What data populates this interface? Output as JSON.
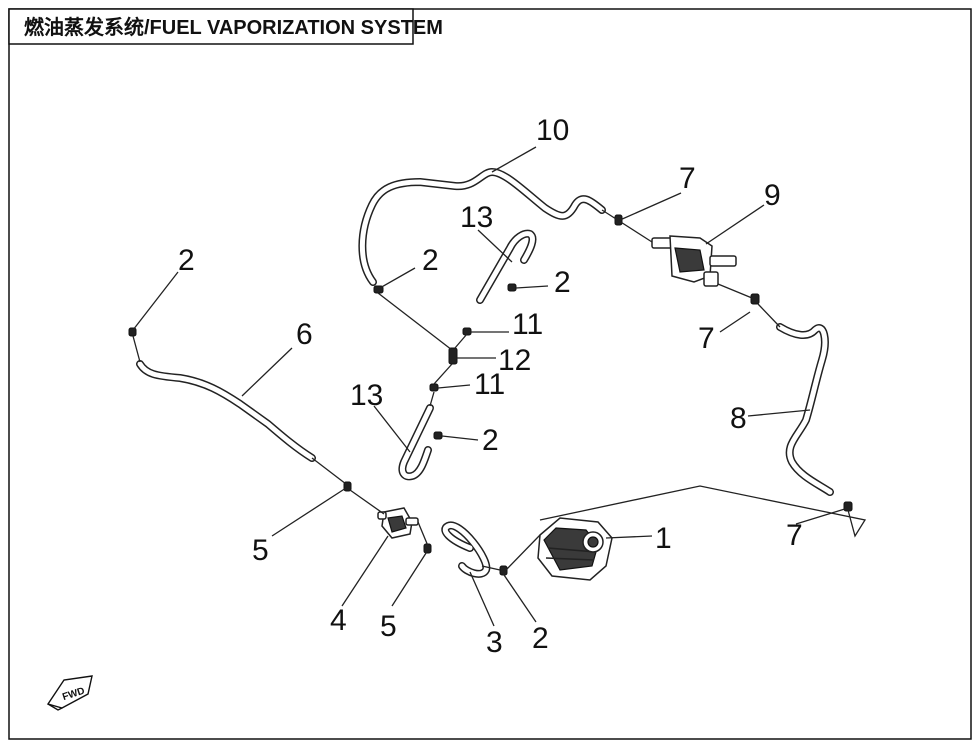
{
  "title": "燃油蒸发系统/FUEL VAPORIZATION SYSTEM",
  "callouts": [
    {
      "id": "10",
      "label": "10"
    },
    {
      "id": "7a",
      "label": "7"
    },
    {
      "id": "9",
      "label": "9"
    },
    {
      "id": "13a",
      "label": "13"
    },
    {
      "id": "2a",
      "label": "2"
    },
    {
      "id": "2b",
      "label": "2"
    },
    {
      "id": "2c",
      "label": "2"
    },
    {
      "id": "6",
      "label": "6"
    },
    {
      "id": "11a",
      "label": "11"
    },
    {
      "id": "7b",
      "label": "7"
    },
    {
      "id": "12",
      "label": "12"
    },
    {
      "id": "11b",
      "label": "11"
    },
    {
      "id": "13b",
      "label": "13"
    },
    {
      "id": "8",
      "label": "8"
    },
    {
      "id": "2d",
      "label": "2"
    },
    {
      "id": "1",
      "label": "1"
    },
    {
      "id": "7c",
      "label": "7"
    },
    {
      "id": "5a",
      "label": "5"
    },
    {
      "id": "4",
      "label": "4"
    },
    {
      "id": "5b",
      "label": "5"
    },
    {
      "id": "3",
      "label": "3"
    },
    {
      "id": "2e",
      "label": "2"
    }
  ],
  "fwd_symbol": "FWD"
}
